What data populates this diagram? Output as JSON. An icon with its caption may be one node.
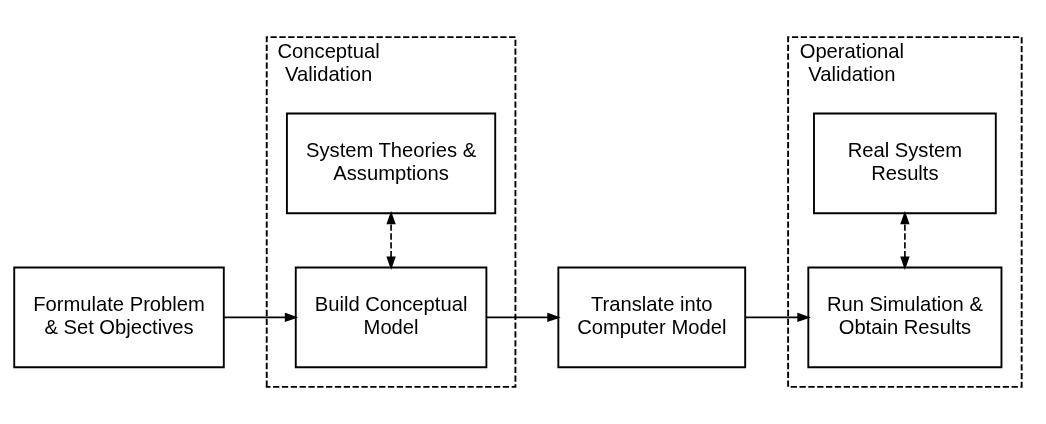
{
  "diagram": {
    "nodes": [
      {
        "text": [
          "Formulate Problem & Set Objectives"
        ]
      },
      {
        "text": [
          "Conceptual Validation"
        ]
      },
      {
        "text": [
          "Build Conceptual Model"
        ],
        "in": 1
      },
      {
        "text": [
          "System Theories & Assumptions"
        ],
        "in": 1
      },
      {
        "text": [
          "Translate into Computer Model"
        ]
      },
      {
        "text": [
          "Operational Validation"
        ]
      },
      {
        "text": [
          "Run Simulation & Obtain Results"
        ],
        "in": 5
      },
      {
        "text": [
          "Real System Results"
        ],
        "in": 5
      }
    ],
    "edges": [
      {
        "from": 0,
        "to": 2,
        "arrow": "to"
      },
      {
        "from": 2,
        "to": 4,
        "arrow": "to"
      },
      {
        "from": 4,
        "to": 6,
        "arrow": "to"
      },
      {
        "from": 2,
        "to": 3,
        "arrow": "both",
        "style": "dashed"
      },
      {
        "from": 6,
        "to": 7,
        "arrow": "both",
        "style": "dashed"
      }
    ]
  }
}
